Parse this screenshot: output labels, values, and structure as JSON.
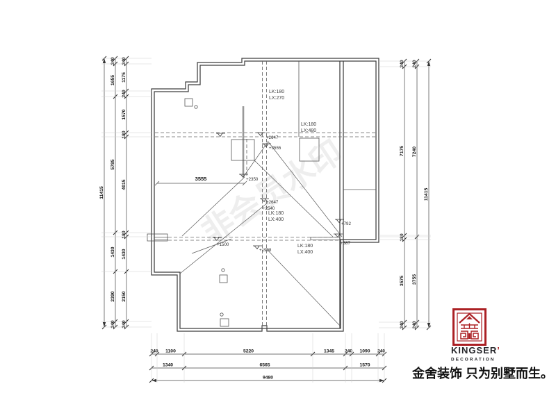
{
  "watermark": {
    "text": "非会员水印"
  },
  "plan": {
    "span_3555": "3555",
    "beam_labels": [
      {
        "line1": "LK:180",
        "line2": "LX:270"
      },
      {
        "line1": "LK:180",
        "line2": "LX:480"
      },
      {
        "line1": "LK:180",
        "line2": "LX:400"
      },
      {
        "line1": "LK:180",
        "line2": "LX:400"
      }
    ],
    "levels": [
      "+2647",
      "+3555",
      "+2350",
      "+2647",
      "+2540",
      "+1500",
      "+1998",
      "+792",
      "+387"
    ]
  },
  "dims": {
    "left": {
      "total": "11415",
      "outer": [
        "240",
        "1655",
        "5785",
        "1430",
        "2390",
        "240"
      ],
      "inner": [
        "240",
        "1175",
        "240",
        "1570",
        "180",
        "4015",
        "180",
        "1430",
        "2150",
        "240"
      ]
    },
    "right": {
      "total": "11415",
      "inner": [
        "240",
        "7175",
        "180",
        "3575",
        "240"
      ],
      "outer": [
        "240",
        "7240",
        "3755",
        "240"
      ]
    },
    "bottom": {
      "row1": [
        "240",
        "1100",
        "5220",
        "1345",
        "240",
        "1090",
        "240"
      ],
      "row2": [
        "1340",
        "6565",
        "1570"
      ],
      "row3": [
        "9480"
      ]
    }
  },
  "logo": {
    "brand": "KINGSER",
    "apostrophe": "’",
    "subtitle": "DECORATION",
    "tagline": "金舍装饰 只为别墅而生。",
    "red": "#ab2024"
  }
}
